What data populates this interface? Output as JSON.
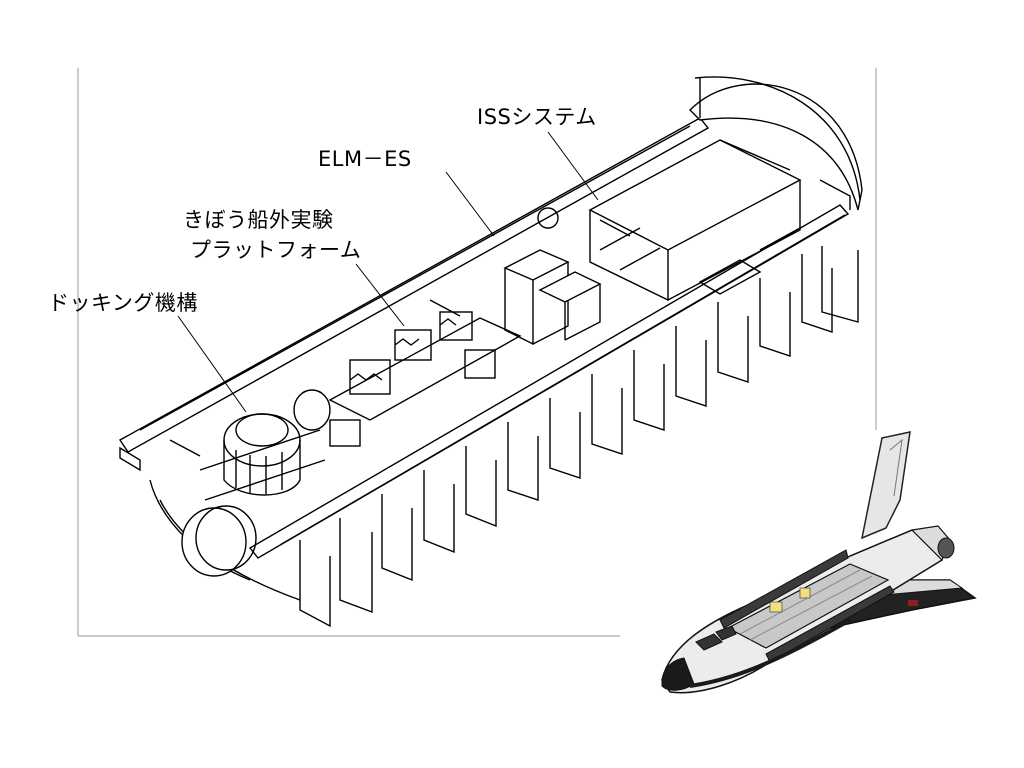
{
  "diagram": {
    "labels": {
      "iss_system": "ISSシステム",
      "elm_es": "ELM－ES",
      "kibo_line1": "きぼう船外実験",
      "kibo_line2": "プラットフォーム",
      "docking": "ドッキング機構"
    },
    "colors": {
      "line": "#000000",
      "frame": "#9a9a9a",
      "shuttle_body": "#e9e9e9",
      "shuttle_dark": "#2a2a2a",
      "payload_interior": "#c8c8c8"
    }
  }
}
